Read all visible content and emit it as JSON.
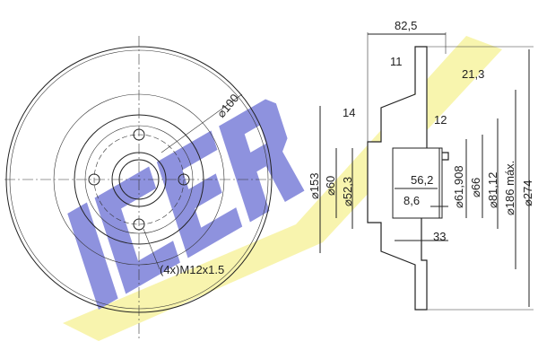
{
  "logo": {
    "text": "ICER",
    "color": "#7b7fd9",
    "accent": "#f7f3a0"
  },
  "front_view": {
    "pcd_label": "⌀100",
    "thread_label": "(4x)M12x1.5"
  },
  "section_view": {
    "dimensions": {
      "overall_height": "82,5",
      "disc_thickness": "11",
      "offset": "21,3",
      "hub_step": "14",
      "flange": "12",
      "d153": "⌀153",
      "d60": "⌀60",
      "d52_3": "⌀52,3",
      "bore_depth": "56,2",
      "groove": "8,6",
      "d61_908": "⌀61,908",
      "d66": "⌀66",
      "d81_12": "⌀81,12",
      "d186": "⌀186 máx.",
      "d274": "⌀274",
      "d33": "33"
    }
  }
}
